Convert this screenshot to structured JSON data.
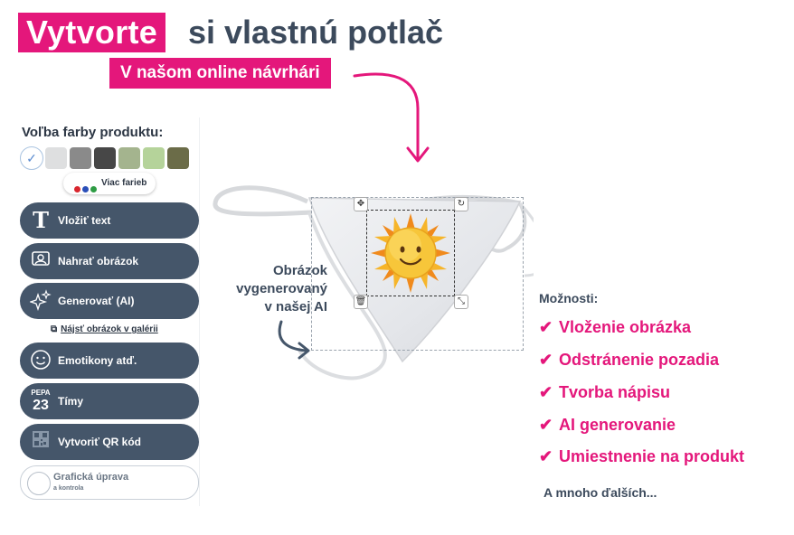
{
  "header": {
    "highlight": "Vytvorte",
    "title_rest": "si vlastnú potlač",
    "subtitle": "V našom online návrhári"
  },
  "sidebar": {
    "color_title": "Voľba farby produktu:",
    "swatches": [
      "#ffffff",
      "#dedfe0",
      "#8a8a8a",
      "#474747",
      "#a4b48e",
      "#b5d39a",
      "#6b6c48"
    ],
    "more_colors_label": "Viac farieb",
    "buttons": [
      {
        "label": "Vložiť text",
        "icon": "text-icon"
      },
      {
        "label": "Nahrať obrázok",
        "icon": "image-upload-icon"
      },
      {
        "label": "Generovať (AI)",
        "icon": "sparkles-icon"
      },
      {
        "label": "Emotikony atď.",
        "icon": "smiley-icon"
      },
      {
        "label": "Tímy",
        "icon": "team-number-icon",
        "badge_top": "PEPA",
        "badge_num": "23"
      },
      {
        "label": "Vytvoriť QR kód",
        "icon": "qr-code-icon"
      }
    ],
    "gallery_link": "Nájsť obrázok v galérii",
    "graphic_label": "Grafická úprava",
    "graphic_sub": "a kontrola"
  },
  "canvas": {
    "annotation": [
      "Obrázok",
      "vygenerovaný",
      "v našej AI"
    ]
  },
  "options": {
    "title": "Možnosti:",
    "items": [
      "Vloženie obrázka",
      "Odstránenie pozadia",
      "Tvorba nápisu",
      "AI generovanie",
      "Umiestnenie na produkt"
    ],
    "more": "A mnoho ďalších..."
  },
  "colors": {
    "accent": "#e4177b",
    "button": "#45566a",
    "text": "#3c4a5c"
  }
}
